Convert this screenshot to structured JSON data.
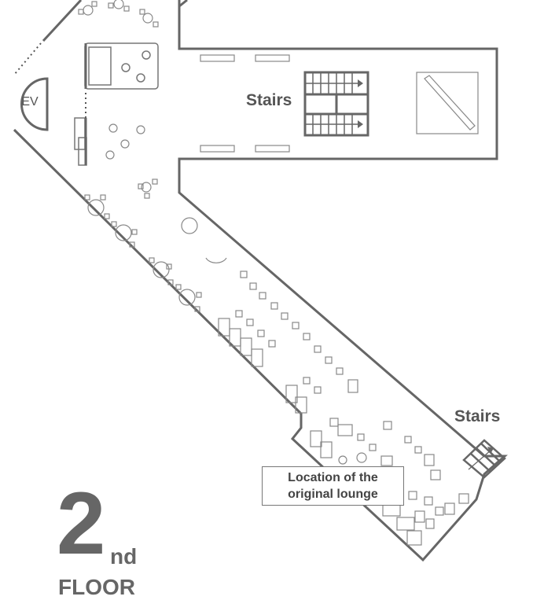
{
  "labels": {
    "stairs_top": "Stairs",
    "stairs_right": "Stairs",
    "elevator": "EV",
    "lounge_line1": "Location of the",
    "lounge_line2": "original lounge"
  },
  "floor": {
    "number": "2",
    "suffix": "nd",
    "word": "FLOOR"
  },
  "colors": {
    "wall": "#666666",
    "furniture": "#888888",
    "text": "#555555"
  },
  "icons": [
    "elevator-icon",
    "stairs-icon",
    "table-icon",
    "chair-icon",
    "sofa-icon"
  ]
}
